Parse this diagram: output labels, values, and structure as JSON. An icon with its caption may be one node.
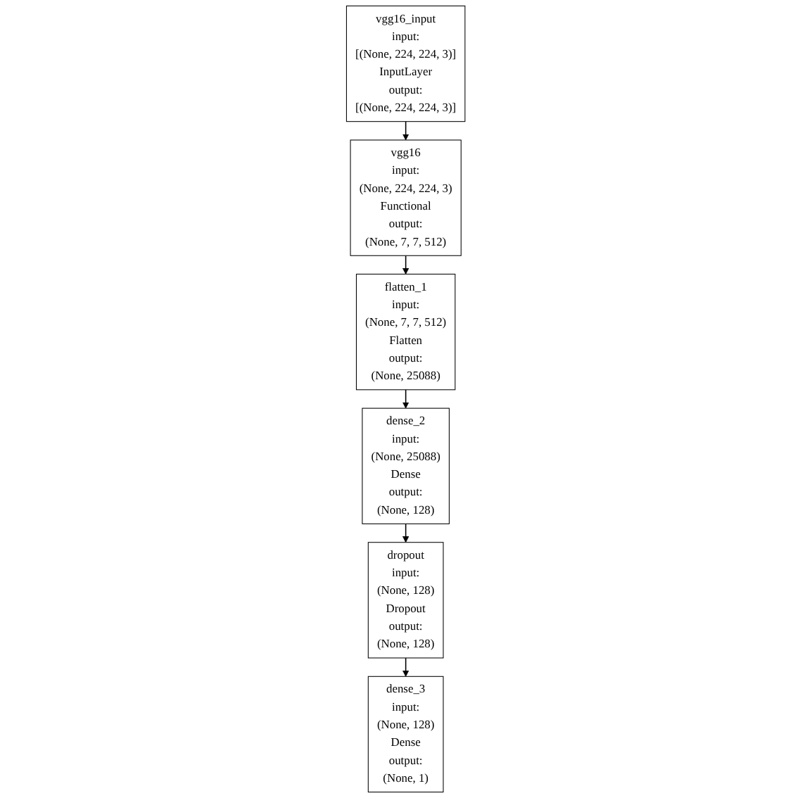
{
  "diagram": {
    "nodes": [
      {
        "text": [
          "vgg16_input",
          "input:",
          "[(None, 224, 224, 3)]",
          "InputLayer",
          "output:",
          "[(None, 224, 224, 3)]"
        ]
      },
      {
        "text": [
          "vgg16",
          "input:",
          "(None, 224, 224, 3)",
          "Functional",
          "output:",
          "(None, 7, 7, 512)"
        ]
      },
      {
        "text": [
          "flatten_1",
          "input:",
          "(None, 7, 7, 512)",
          "Flatten",
          "output:",
          "(None, 25088)"
        ]
      },
      {
        "text": [
          "dense_2",
          "input:",
          "(None, 25088)",
          "Dense",
          "output:",
          "(None, 128)"
        ]
      },
      {
        "text": [
          "dropout",
          "input:",
          "(None, 128)",
          "Dropout",
          "output:",
          "(None, 128)"
        ]
      },
      {
        "text": [
          "dense_3",
          "input:",
          "(None, 128)",
          "Dense",
          "output:",
          "(None, 1)"
        ]
      }
    ],
    "edges": [
      {
        "from": 0,
        "to": 1,
        "arrow": "to"
      },
      {
        "from": 1,
        "to": 2,
        "arrow": "to"
      },
      {
        "from": 2,
        "to": 3,
        "arrow": "to"
      },
      {
        "from": 3,
        "to": 4,
        "arrow": "to"
      },
      {
        "from": 4,
        "to": 5,
        "arrow": "to"
      }
    ]
  }
}
